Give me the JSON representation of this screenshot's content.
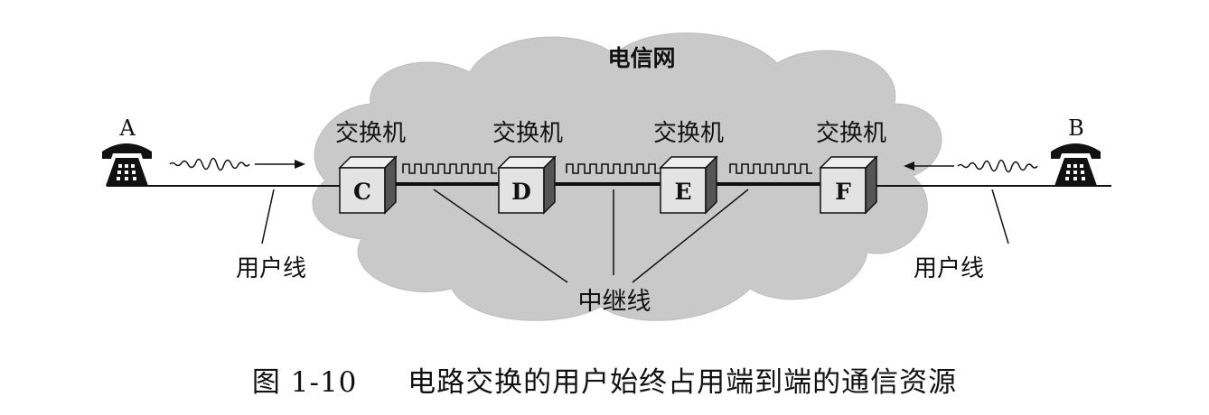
{
  "network_label": "电信网",
  "phones": [
    {
      "id": "A",
      "label": "A"
    },
    {
      "id": "B",
      "label": "B"
    }
  ],
  "switches": [
    {
      "id": "C",
      "title": "交换机",
      "label": "C"
    },
    {
      "id": "D",
      "title": "交换机",
      "label": "D"
    },
    {
      "id": "E",
      "title": "交换机",
      "label": "E"
    },
    {
      "id": "F",
      "title": "交换机",
      "label": "F"
    }
  ],
  "subscriber_line_label_left": "用户线",
  "subscriber_line_label_right": "用户线",
  "trunk_line_label": "中继线",
  "caption": {
    "number": "图 1-10",
    "text": "电路交换的用户始终占用端到端的通信资源"
  }
}
